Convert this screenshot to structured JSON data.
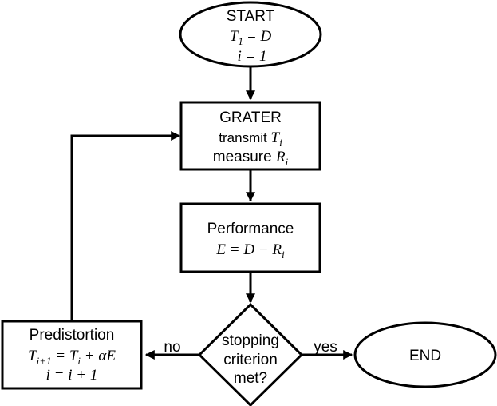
{
  "nodes": {
    "start": {
      "title": "START",
      "eq1_lhs": "T",
      "eq1_sub": "1",
      "eq1_rhs": "= D",
      "eq2": "i = 1"
    },
    "grater": {
      "title": "GRATER",
      "line1_text": "transmit ",
      "line1_var": "T",
      "line1_sub": "i",
      "line2_text": "measure ",
      "line2_var": "R",
      "line2_sub": "i"
    },
    "performance": {
      "title": "Performance",
      "eq_left": "E = D  − R",
      "eq_sub": "i"
    },
    "decision": {
      "line1": "stopping",
      "line2": "criterion",
      "line3": "met?"
    },
    "predistortion": {
      "title": "Predistortion",
      "eq1_a": "T",
      "eq1_a_sub": "i+1",
      "eq1_b": " = T",
      "eq1_b_sub": "i",
      "eq1_c": " + αE",
      "eq2": "i = i + 1"
    },
    "end": {
      "title": "END"
    }
  },
  "edges": {
    "no_label": "no",
    "yes_label": "yes"
  }
}
